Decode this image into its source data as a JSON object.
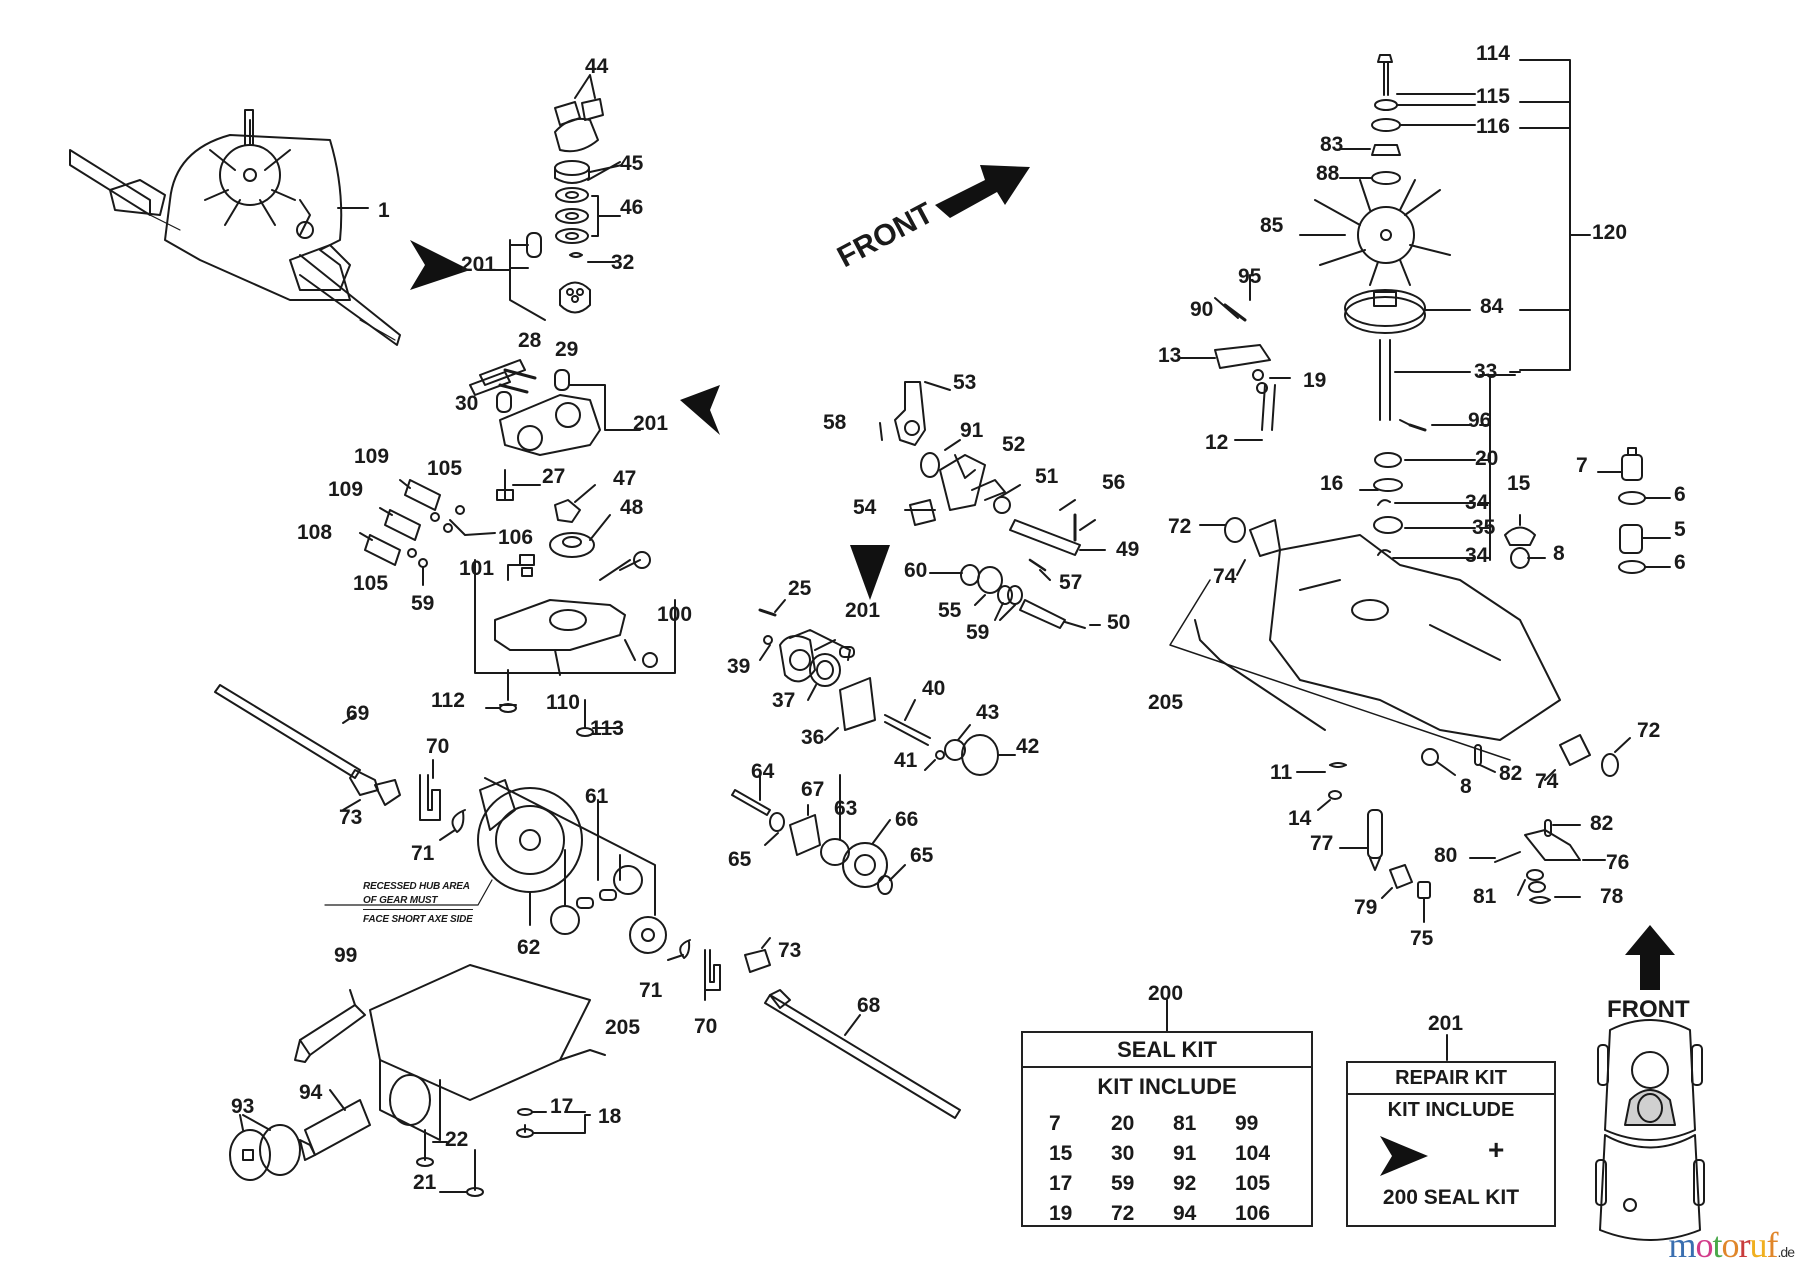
{
  "diagram": {
    "type": "exploded-parts-diagram",
    "subject": "Hydrostatic transaxle",
    "direction_labels": {
      "front_angled": "FRONT",
      "front_vertical": "FRONT"
    },
    "note_lines": [
      "RECESSED HUB AREA",
      "OF GEAR MUST",
      "FACE SHORT AXE SIDE"
    ],
    "callouts": {
      "c1": "1",
      "c44": "44",
      "c45": "45",
      "c46": "46",
      "c32": "32",
      "c201a": "201",
      "c28": "28",
      "c29": "29",
      "c30": "30",
      "c201b": "201",
      "c27": "27",
      "c109a": "109",
      "c109b": "109",
      "c105a": "105",
      "c106": "106",
      "c108": "108",
      "c105b": "105",
      "c59a": "59",
      "c47": "47",
      "c48": "48",
      "c101": "101",
      "c100": "100",
      "c112": "112",
      "c110": "110",
      "c113": "113",
      "c53": "53",
      "c58": "58",
      "c91": "91",
      "c52": "52",
      "c51": "51",
      "c56": "56",
      "c54": "54",
      "c49": "49",
      "c57": "57",
      "c25": "25",
      "c201c": "201",
      "c60": "60",
      "c55": "55",
      "c59b": "59",
      "c50": "50",
      "c39": "39",
      "c37": "37",
      "c40": "40",
      "c36": "36",
      "c43": "43",
      "c41": "41",
      "c42": "42",
      "c64": "64",
      "c67": "67",
      "c63": "63",
      "c66": "66",
      "c65a": "65",
      "c65b": "65",
      "c69": "69",
      "c70a": "70",
      "c73a": "73",
      "c71a": "71",
      "c61": "61",
      "c62": "62",
      "c99": "99",
      "c205a": "205",
      "c71b": "71",
      "c70b": "70",
      "c73b": "73",
      "c68": "68",
      "c93": "93",
      "c94": "94",
      "c17": "17",
      "c18": "18",
      "c22": "22",
      "c21": "21",
      "c114": "114",
      "c115": "115",
      "c116": "116",
      "c83": "83",
      "c88": "88",
      "c85": "85",
      "c120": "120",
      "c84": "84",
      "c95": "95",
      "c90": "90",
      "c13": "13",
      "c19": "19",
      "c33": "33",
      "c12": "12",
      "c96": "96",
      "c20": "20",
      "c16": "16",
      "c34a": "34",
      "c35": "35",
      "c34b": "34",
      "c15": "15",
      "c8a": "8",
      "c7": "7",
      "c6a": "6",
      "c5": "5",
      "c6b": "6",
      "c72a": "72",
      "c74a": "74",
      "c205b": "205",
      "c8b": "8",
      "c82a": "82",
      "c74b": "74",
      "c72b": "72",
      "c11": "11",
      "c14": "14",
      "c77": "77",
      "c82b": "82",
      "c80": "80",
      "c76": "76",
      "c81": "81",
      "c78": "78",
      "c79": "79",
      "c75": "75",
      "c200": "200",
      "c201d": "201"
    }
  },
  "seal_kit": {
    "number": "200",
    "title": "SEAL KIT",
    "subtitle": "KIT INCLUDE",
    "items": [
      "7",
      "20",
      "81",
      "99",
      "15",
      "30",
      "91",
      "104",
      "17",
      "59",
      "92",
      "105",
      "19",
      "72",
      "94",
      "106"
    ]
  },
  "repair_kit": {
    "number": "201",
    "title": "REPAIR KIT",
    "subtitle": "KIT INCLUDE",
    "plus": "+",
    "footer": "200 SEAL KIT"
  },
  "watermark": {
    "letters": [
      "m",
      "o",
      "t",
      "o",
      "r",
      "u",
      "f"
    ],
    "colors": [
      "#3a6fb0",
      "#d23b8a",
      "#4aa84a",
      "#e0862a",
      "#c83c3c",
      "#f0b020",
      "#e0862a"
    ],
    "suffix": ".de"
  }
}
